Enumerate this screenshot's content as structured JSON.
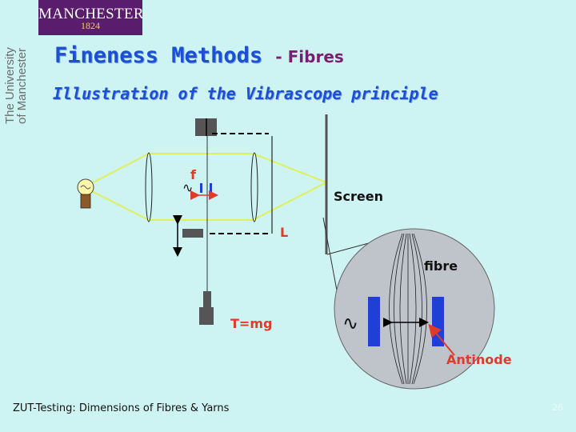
{
  "logo": {
    "name": "MANCHESTER",
    "year": "1824"
  },
  "university_text": "The University of Manchester",
  "title": {
    "main": "Fineness Methods",
    "suffix": "- Fibres"
  },
  "subtitle": "Illustration of the Vibrascope principle",
  "diagram": {
    "label_frequency": "f",
    "label_screen": "Screen",
    "label_length": "L",
    "label_fibre": "fibre",
    "label_tension": "T=mg",
    "label_antinode": "Antinode",
    "wave_symbol": "∿",
    "colors": {
      "beam": "#e0f05a",
      "electrode": "#1f3fd6",
      "antinode_pointer": "#e03a2a",
      "inset_fill": "#bfc3ca",
      "label_red": "#e03a2a"
    }
  },
  "footer": "ZUT-Testing: Dimensions of Fibres & Yarns",
  "page_number": "26"
}
